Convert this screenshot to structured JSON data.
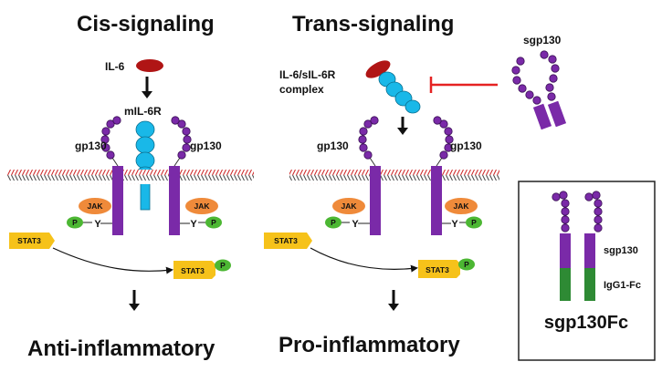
{
  "cis": {
    "title": "Cis-signaling",
    "ligand": "IL-6",
    "receptor": "mIL-6R",
    "gp130_left": "gp130",
    "gp130_right": "gp130",
    "jak": "JAK",
    "tyr": "Y",
    "phospho": "P",
    "stat_free": "STAT3",
    "stat_bound": "STAT3",
    "outcome": "Anti-inflammatory"
  },
  "trans": {
    "title": "Trans-signaling",
    "complex_line1": "IL-6/sIL-6R",
    "complex_line2": "complex",
    "gp130_left": "gp130",
    "gp130_right": "gp130",
    "jak": "JAK",
    "tyr": "Y",
    "phospho": "P",
    "stat_free": "STAT3",
    "stat_bound": "STAT3",
    "outcome": "Pro-inflammatory",
    "inhibitor": "sgp130"
  },
  "box": {
    "sgp130": "sgp130",
    "fc": "IgG1-Fc",
    "title": "sgp130Fc"
  },
  "colors": {
    "purple": "#7a2aa8",
    "blue": "#19b8e8",
    "il6_red": "#b01515",
    "jak_orange": "#ef8a3a",
    "phospho_green": "#4cb733",
    "stat_yellow": "#f6c21a",
    "inhibit_red": "#e52222",
    "fc_green": "#2e8a34"
  }
}
